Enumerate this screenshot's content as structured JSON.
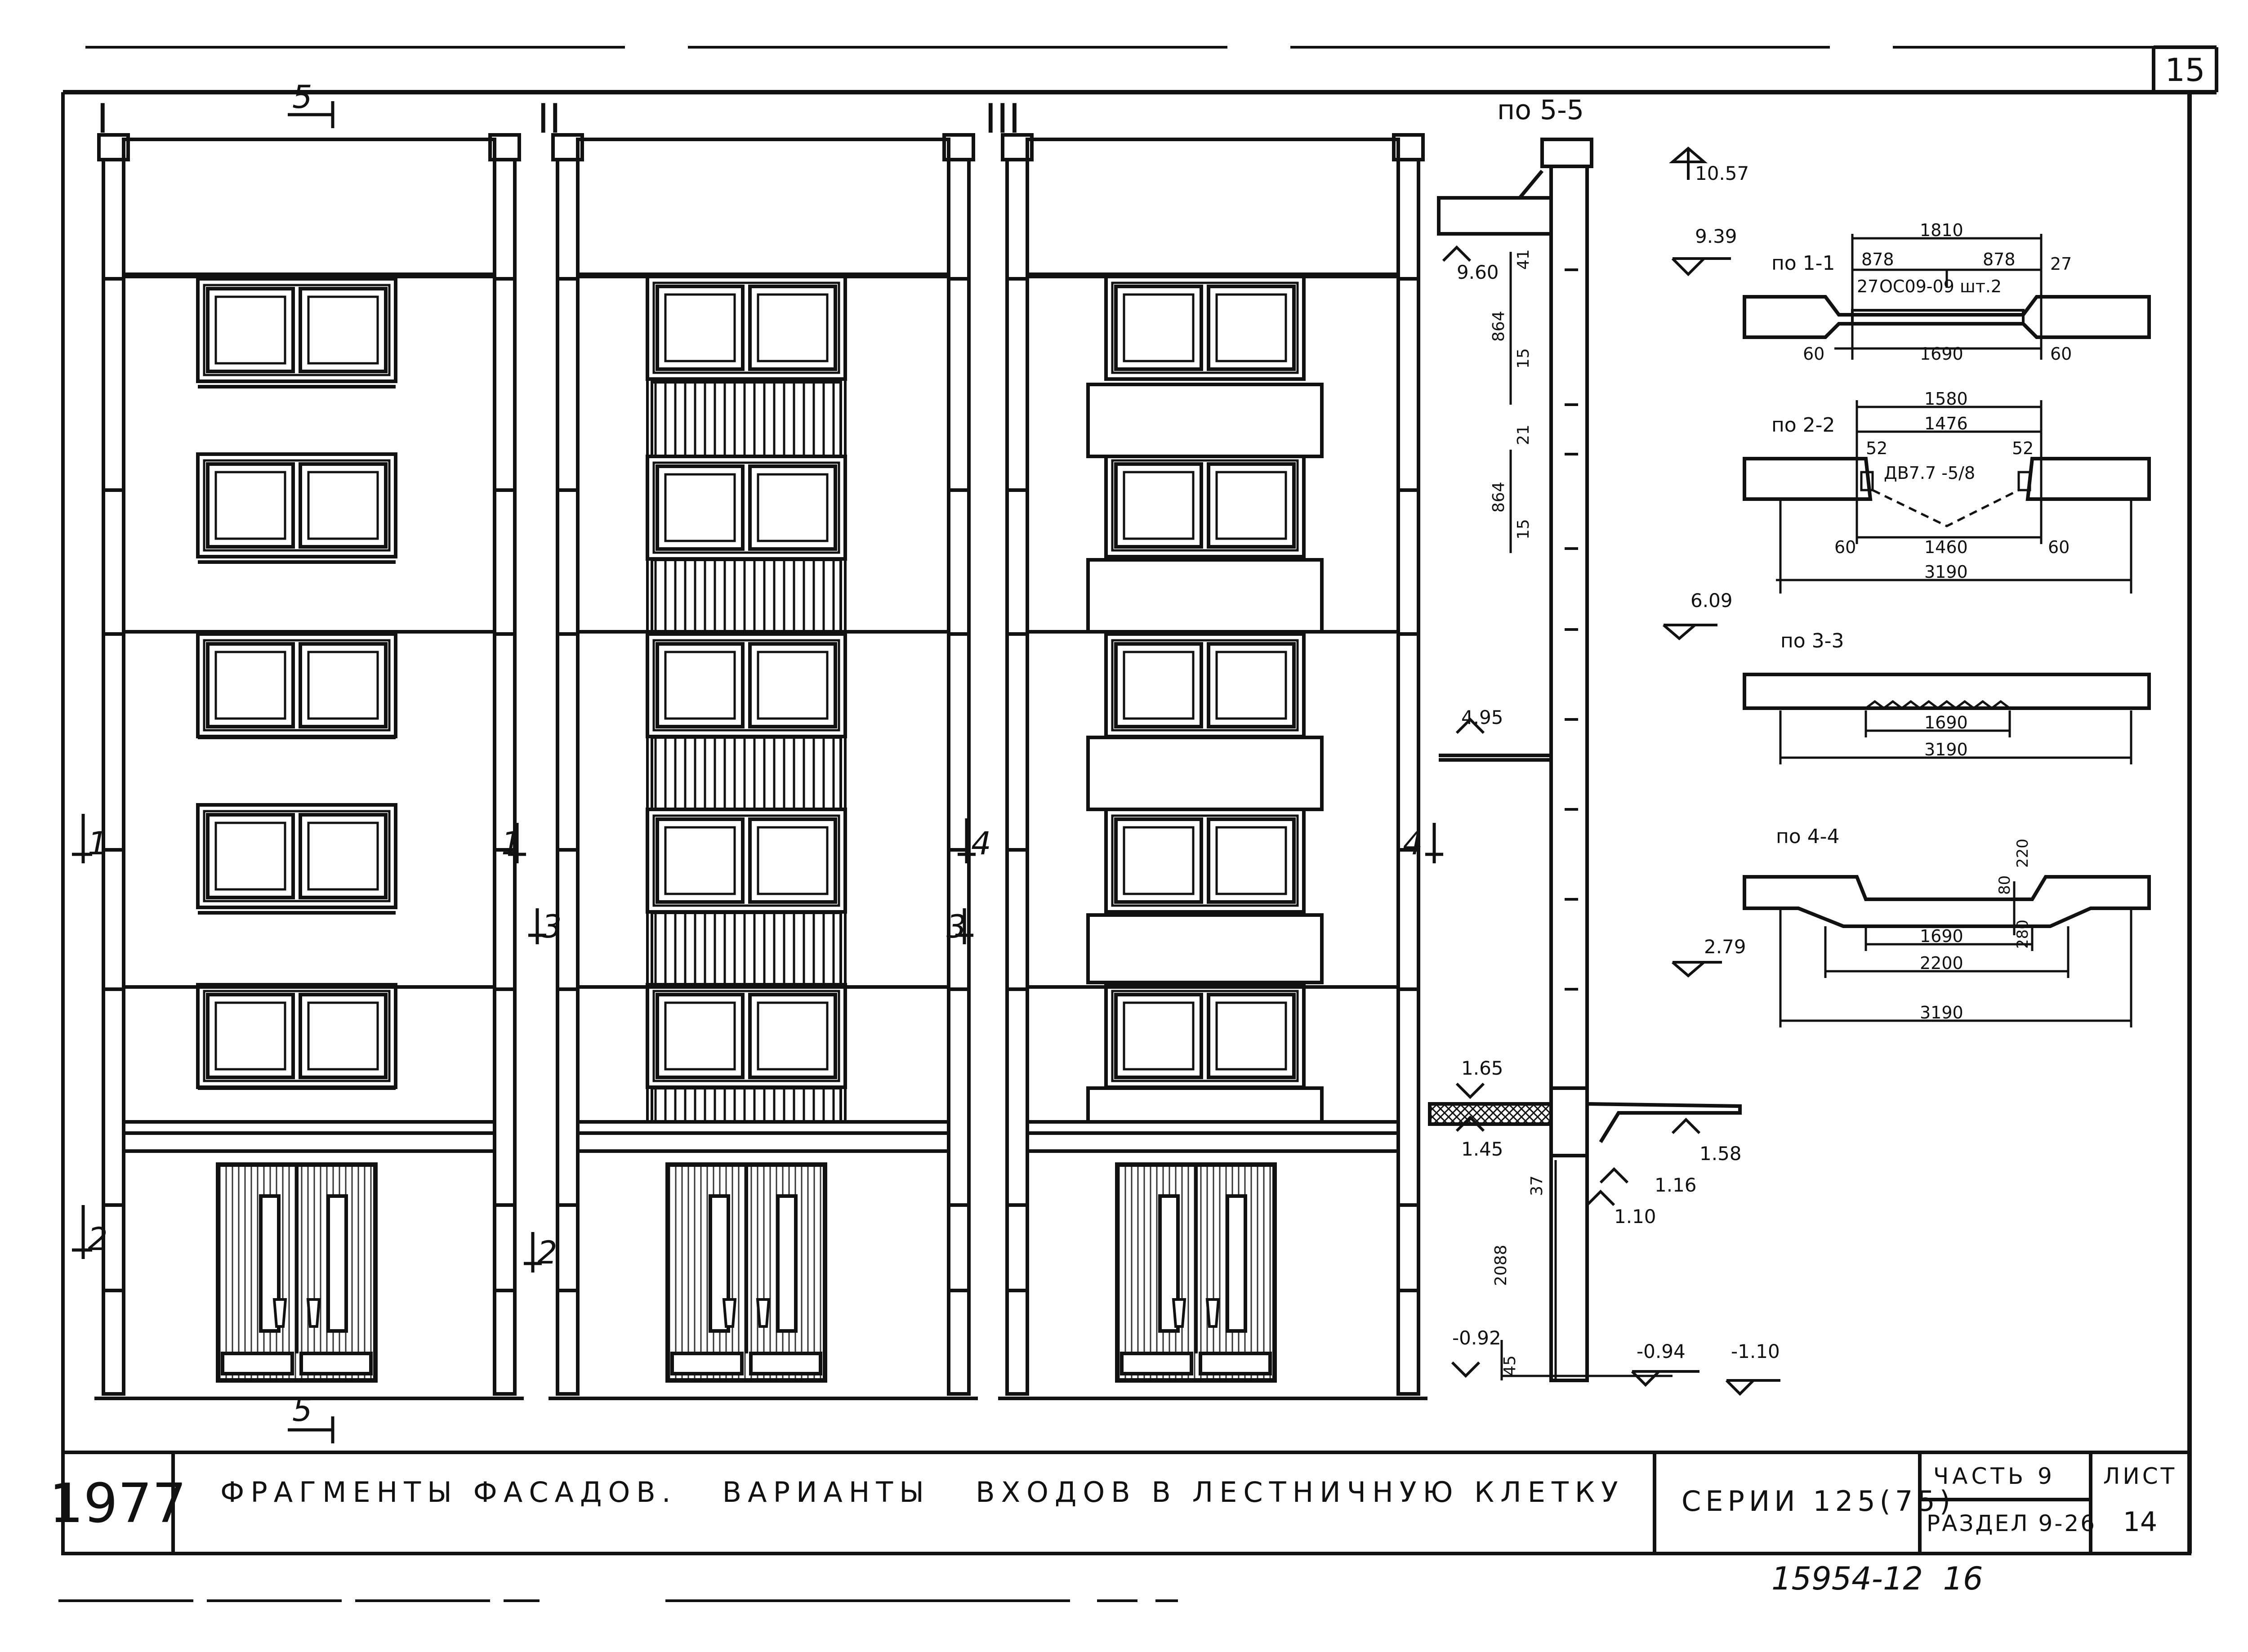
{
  "sheet": {
    "corner_number": "15",
    "year": "1977",
    "title": "ФРАГМЕНТЫ ФАСАДОВ.   ВАРИАНТЫ   ВХОДОВ В ЛЕСТНИЧНУЮ КЛЕТКУ",
    "series": "СЕРИИ 125(75)",
    "part": "ЧАСТЬ 9",
    "section": "РАЗДЕЛ 9-26",
    "sheet_label": "ЛИСТ",
    "sheet_number": "14",
    "inventory_number": "15954-12  16"
  },
  "facades": [
    {
      "id": "I",
      "label": "I"
    },
    {
      "id": "II",
      "label": "II"
    },
    {
      "id": "III",
      "label": "III"
    }
  ],
  "facade_marks": {
    "cut_5_top": "5",
    "cut_5_bottom": "5",
    "cut_1_left": "1",
    "cut_1_right": "1",
    "cut_2_left": "2",
    "cut_2_mid": "2",
    "cut_3_left": "3",
    "cut_3_mid": "3",
    "cut_4_left": "4",
    "cut_4_right": "4"
  },
  "section_55": {
    "title": "по 5-5",
    "levels": [
      "10.57",
      "9.39",
      "9.60",
      "6.09",
      "4.95",
      "2.79",
      "1.65",
      "1.45",
      "1.58",
      "1.16",
      "1.10",
      "-0.92",
      "-0.94",
      "-1.10"
    ],
    "dims": {
      "upper_864": "864",
      "upper_41": "41",
      "upper_15": "15",
      "lower_864": "864",
      "lower_21": "21",
      "lower_15": "15",
      "d_37": "37",
      "d_2088": "2088",
      "d_45": "45"
    }
  },
  "section_11": {
    "title": "по 1-1",
    "dims": {
      "total": "1810",
      "left": "878",
      "right": "878",
      "edge_left": "27",
      "edge_right": "27",
      "bottom": "1690",
      "side_left": "60",
      "side_right": "60"
    },
    "note": "ОС09-09 шт.2"
  },
  "section_22": {
    "title": "по 2-2",
    "dims": {
      "d1580": "1580",
      "d1476": "1476",
      "d52l": "52",
      "d52r": "52",
      "d1460": "1460",
      "d60l": "60",
      "d60r": "60",
      "d3190": "3190"
    },
    "note": "ДВ7.7 -5/8"
  },
  "section_33": {
    "title": "по 3-3",
    "dims": {
      "d1690": "1690",
      "d3190": "3190"
    }
  },
  "section_44": {
    "title": "по 4-4",
    "dims": {
      "d220": "220",
      "d80": "80",
      "d280": "280",
      "d1690": "1690",
      "d2200": "2200",
      "d3190": "3190"
    }
  }
}
